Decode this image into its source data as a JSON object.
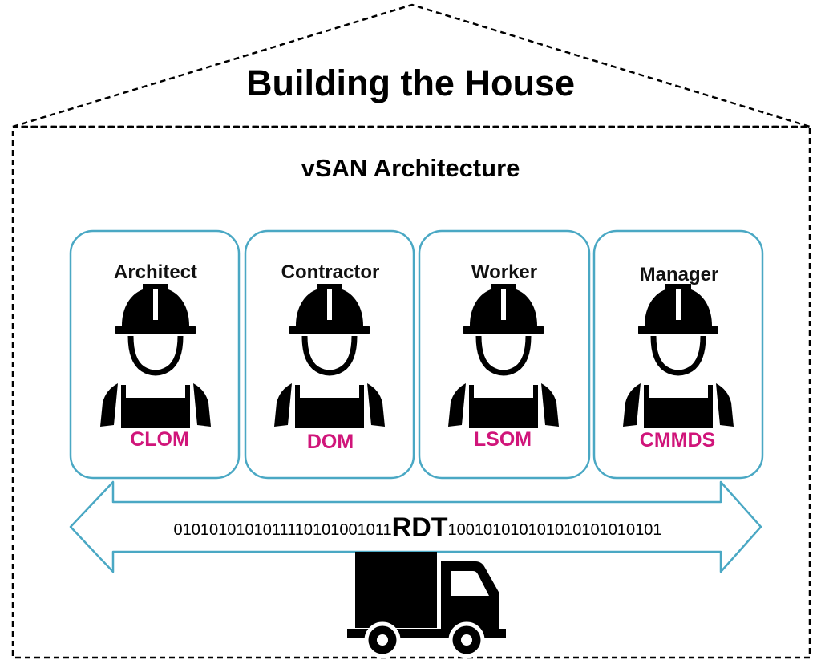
{
  "title": "Building the House",
  "subtitle": "vSAN Architecture",
  "roles": [
    {
      "label": "Architect",
      "component": "CLOM"
    },
    {
      "label": "Contractor",
      "component": "DOM"
    },
    {
      "label": "Worker",
      "component": "LSOM"
    },
    {
      "label": "Manager",
      "component": "CMMDS"
    }
  ],
  "transport": {
    "bits_left": "0101010101011110101001011",
    "label": "RDT",
    "bits_right": "100101010101010101010101"
  },
  "colors": {
    "outline": "#000000",
    "card_border": "#4aa8c4",
    "component_text": "#d0157a"
  },
  "icons": {
    "worker": "construction-worker-icon",
    "truck": "delivery-truck-icon"
  }
}
